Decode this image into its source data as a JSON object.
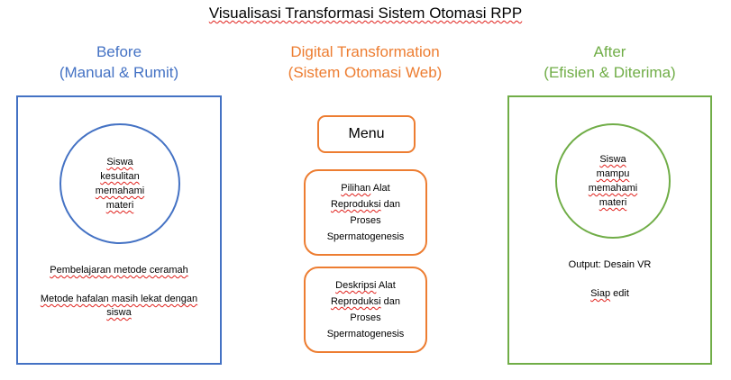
{
  "title": "Visualisasi Transformasi Sistem Otomasi RPP",
  "colors": {
    "before": "#4472c4",
    "digital": "#ed7d31",
    "after": "#70ad47",
    "spellcheck_underline": "#e0201b"
  },
  "before": {
    "heading_line1": "Before",
    "heading_line2": "(Manual & Rumit)",
    "circle_lines": [
      "Siswa",
      "kesulitan",
      "memahami",
      "materi"
    ],
    "text1": "Pembelajaran metode ceramah",
    "text2_line1": "Metode hafalan masih lekat dengan",
    "text2_line2": "siswa"
  },
  "digital": {
    "heading_line1": "Digital Transformation",
    "heading_line2": "(Sistem Otomasi Web)",
    "menu_label": "Menu",
    "option1_lines": [
      "Pilihan Alat",
      "Reproduksi dan",
      "Proses",
      "Spermatogenesis"
    ],
    "option2_lines": [
      "Deskripsi Alat",
      "Reproduksi dan",
      "Proses",
      "Spermatogenesis"
    ]
  },
  "after": {
    "heading_line1": "After",
    "heading_line2": "(Efisien & Diterima)",
    "circle_lines": [
      "Siswa",
      "mampu",
      "memahami",
      "materi"
    ],
    "text1": "Output: Desain VR",
    "text2": "Siap edit"
  }
}
